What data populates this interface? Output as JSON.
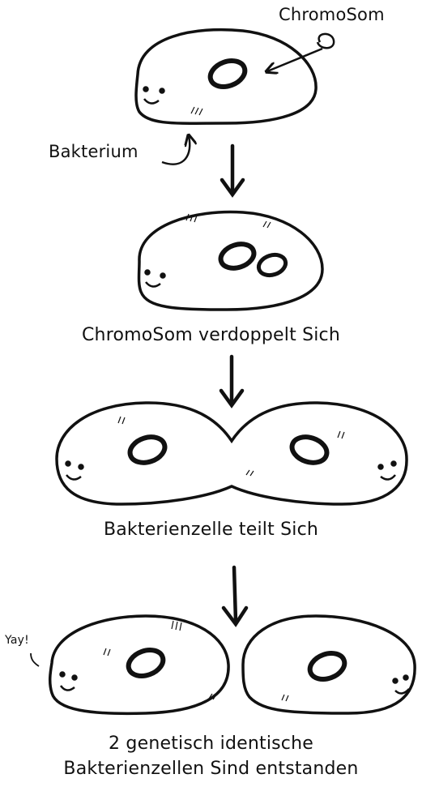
{
  "labels": {
    "chromosome": "ChromoSom",
    "bacterium": "Bakterium",
    "yay": "Yay!"
  },
  "steps": {
    "step1": "ChromoSom verdoppelt Sich",
    "step2": "Bakterienzelle teilt Sich",
    "step3_line1": "2 genetisch identische",
    "step3_line2": "Bakterienzellen Sind entstanden"
  }
}
